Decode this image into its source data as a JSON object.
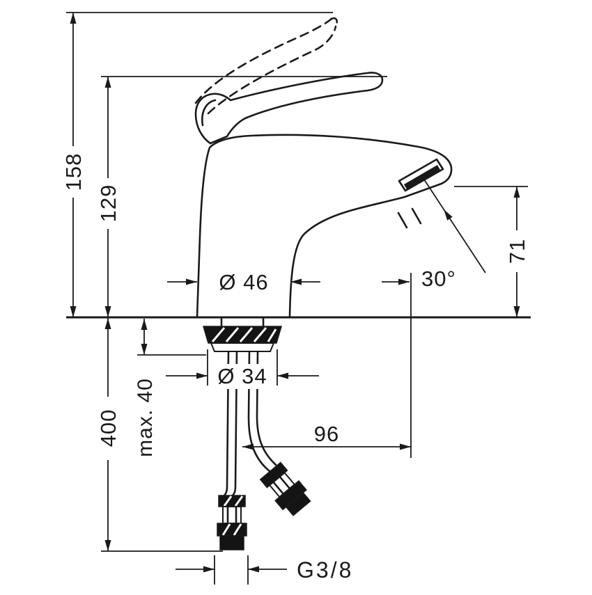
{
  "drawing": {
    "type": "technical dimension drawing",
    "subject": "single-lever basin mixer faucet, side view, handle shown raised as dashed outline, supply hoses below mounting surface",
    "units": "mm",
    "labels": {
      "total_height": "158",
      "body_height": "129",
      "spout_height": "71",
      "body_diameter": "Ø 46",
      "spray_angle": "30°",
      "shank_diameter": "Ø 34",
      "max_mounting_thickness": "max. 40",
      "hose_length": "400",
      "spout_reach": "96",
      "connection_thread": "G3/8"
    },
    "colors": {
      "line": "#1a1a1a",
      "background": "#ffffff"
    }
  }
}
